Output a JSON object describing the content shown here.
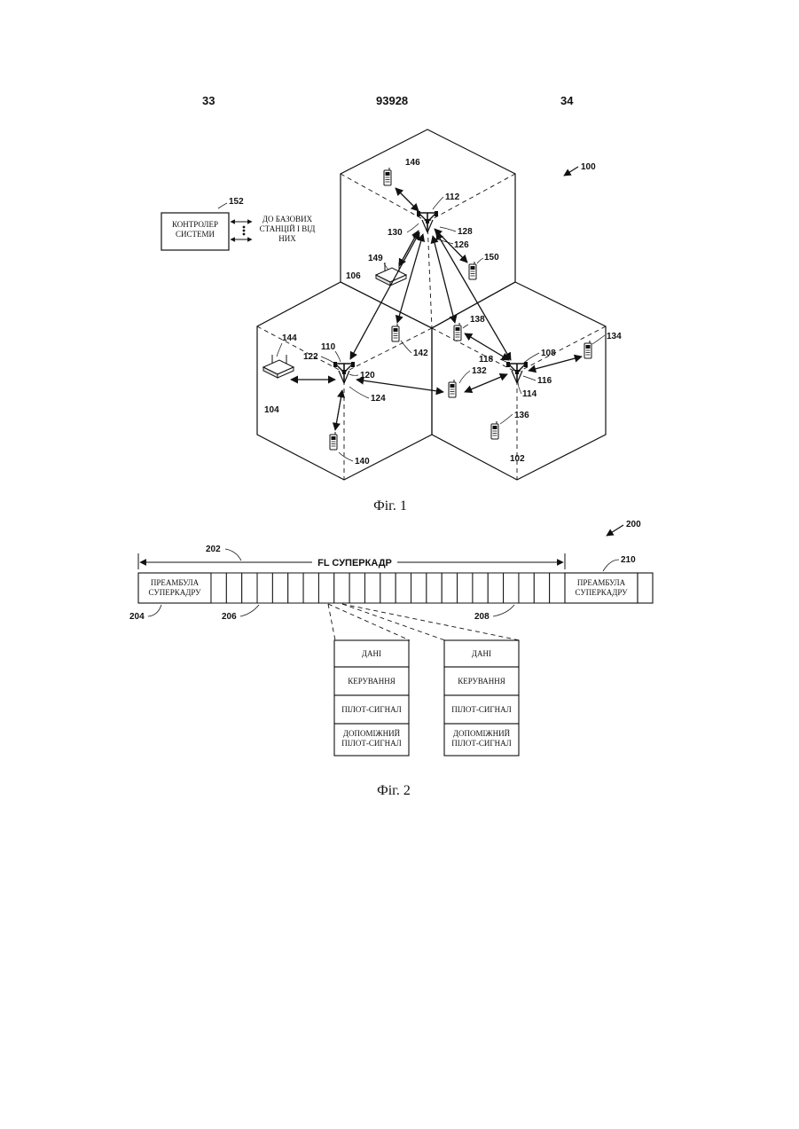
{
  "header": {
    "left_page": "33",
    "doc_number": "93928",
    "right_page": "34"
  },
  "fig1": {
    "caption": "Фіг. 1",
    "ref_system": "100",
    "controller": {
      "ref": "152",
      "text_line1": "КОНТРОЛЕР",
      "text_line2": "СИСТЕМИ"
    },
    "to_stations": {
      "line1": "ДО БАЗОВИХ",
      "line2": "СТАНЦІЙ І ВІД",
      "line3": "НИХ"
    },
    "cells": {
      "c102": "102",
      "c104": "104",
      "c106": "106"
    },
    "base_stations": {
      "bs110": "110",
      "bs108": "108",
      "bs112": "112",
      "a114": "114",
      "a116": "116",
      "a118": "118",
      "a120": "120",
      "a122": "122",
      "a124": "124",
      "a126": "126",
      "a128": "128",
      "a130": "130"
    },
    "terminals": {
      "t132": "132",
      "t134": "134",
      "t136": "136",
      "t138": "138",
      "t140": "140",
      "t142": "142",
      "t144": "144",
      "t146": "146",
      "t149": "149",
      "t150": "150"
    }
  },
  "fig2": {
    "caption": "Фіг. 2",
    "ref_fig": "200",
    "superframe_label": "FL СУПЕРКАДР",
    "ref202": "202",
    "ref204": "204",
    "ref206": "206",
    "ref208": "208",
    "ref210": "210",
    "preamble1": {
      "line1": "ПРЕАМБУЛА",
      "line2": "СУПЕРКАДРУ"
    },
    "preamble2": {
      "line1": "ПРЕАМБУЛА",
      "line2": "СУПЕРКАДРУ"
    },
    "stack_left": [
      "ДАНІ",
      "КЕРУВАННЯ",
      "ПІЛОТ-СИГНАЛ",
      [
        "ДОПОМІЖНИЙ",
        "ПІЛОТ-СИГНАЛ"
      ]
    ],
    "stack_right": [
      "ДАНІ",
      "КЕРУВАННЯ",
      "ПІЛОТ-СИГНАЛ",
      [
        "ДОПОМІЖНИЙ",
        "ПІЛОТ-СИГНАЛ"
      ]
    ]
  }
}
